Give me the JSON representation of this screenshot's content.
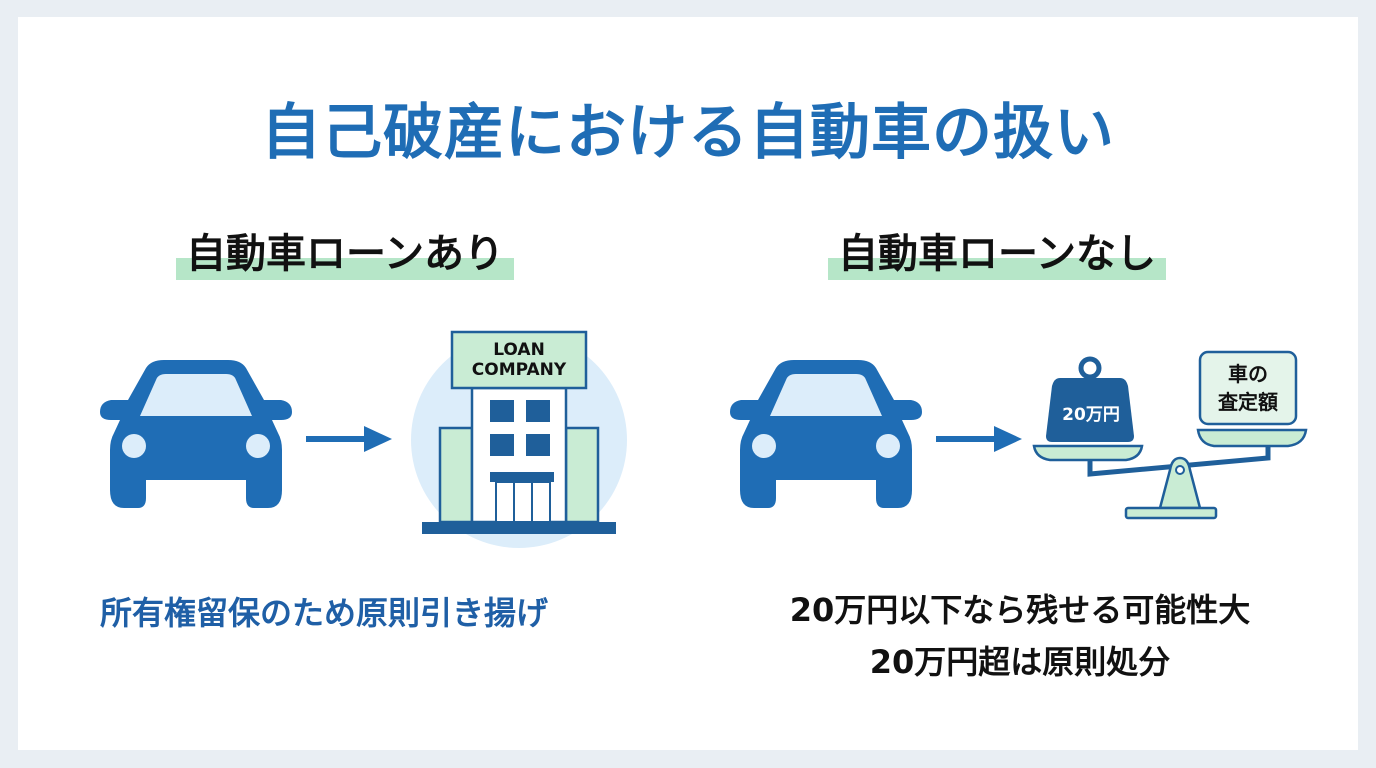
{
  "title": "自己破産における自動車の扱い",
  "colors": {
    "primary_blue": "#1f6db5",
    "light_blue": "#dcedfa",
    "mint_green": "#c9ecd4",
    "highlight_green": "#b6e6c8",
    "background": "#e9eef3"
  },
  "left": {
    "heading": "自動車ローンあり",
    "icons": [
      "car-icon",
      "arrow-right-icon",
      "loan-company-building-icon"
    ],
    "sign_line1": "LOAN",
    "sign_line2": "COMPANY",
    "caption": "所有権留保のため原則引き揚げ"
  },
  "right": {
    "heading": "自動車ローンなし",
    "icons": [
      "car-icon",
      "arrow-right-icon",
      "balance-scale-icon"
    ],
    "weight_label": "20万円",
    "tag_line1": "車の",
    "tag_line2": "査定額",
    "caption_line1": "20万円以下なら残せる可能性大",
    "caption_line2": "20万円超は原則処分"
  }
}
